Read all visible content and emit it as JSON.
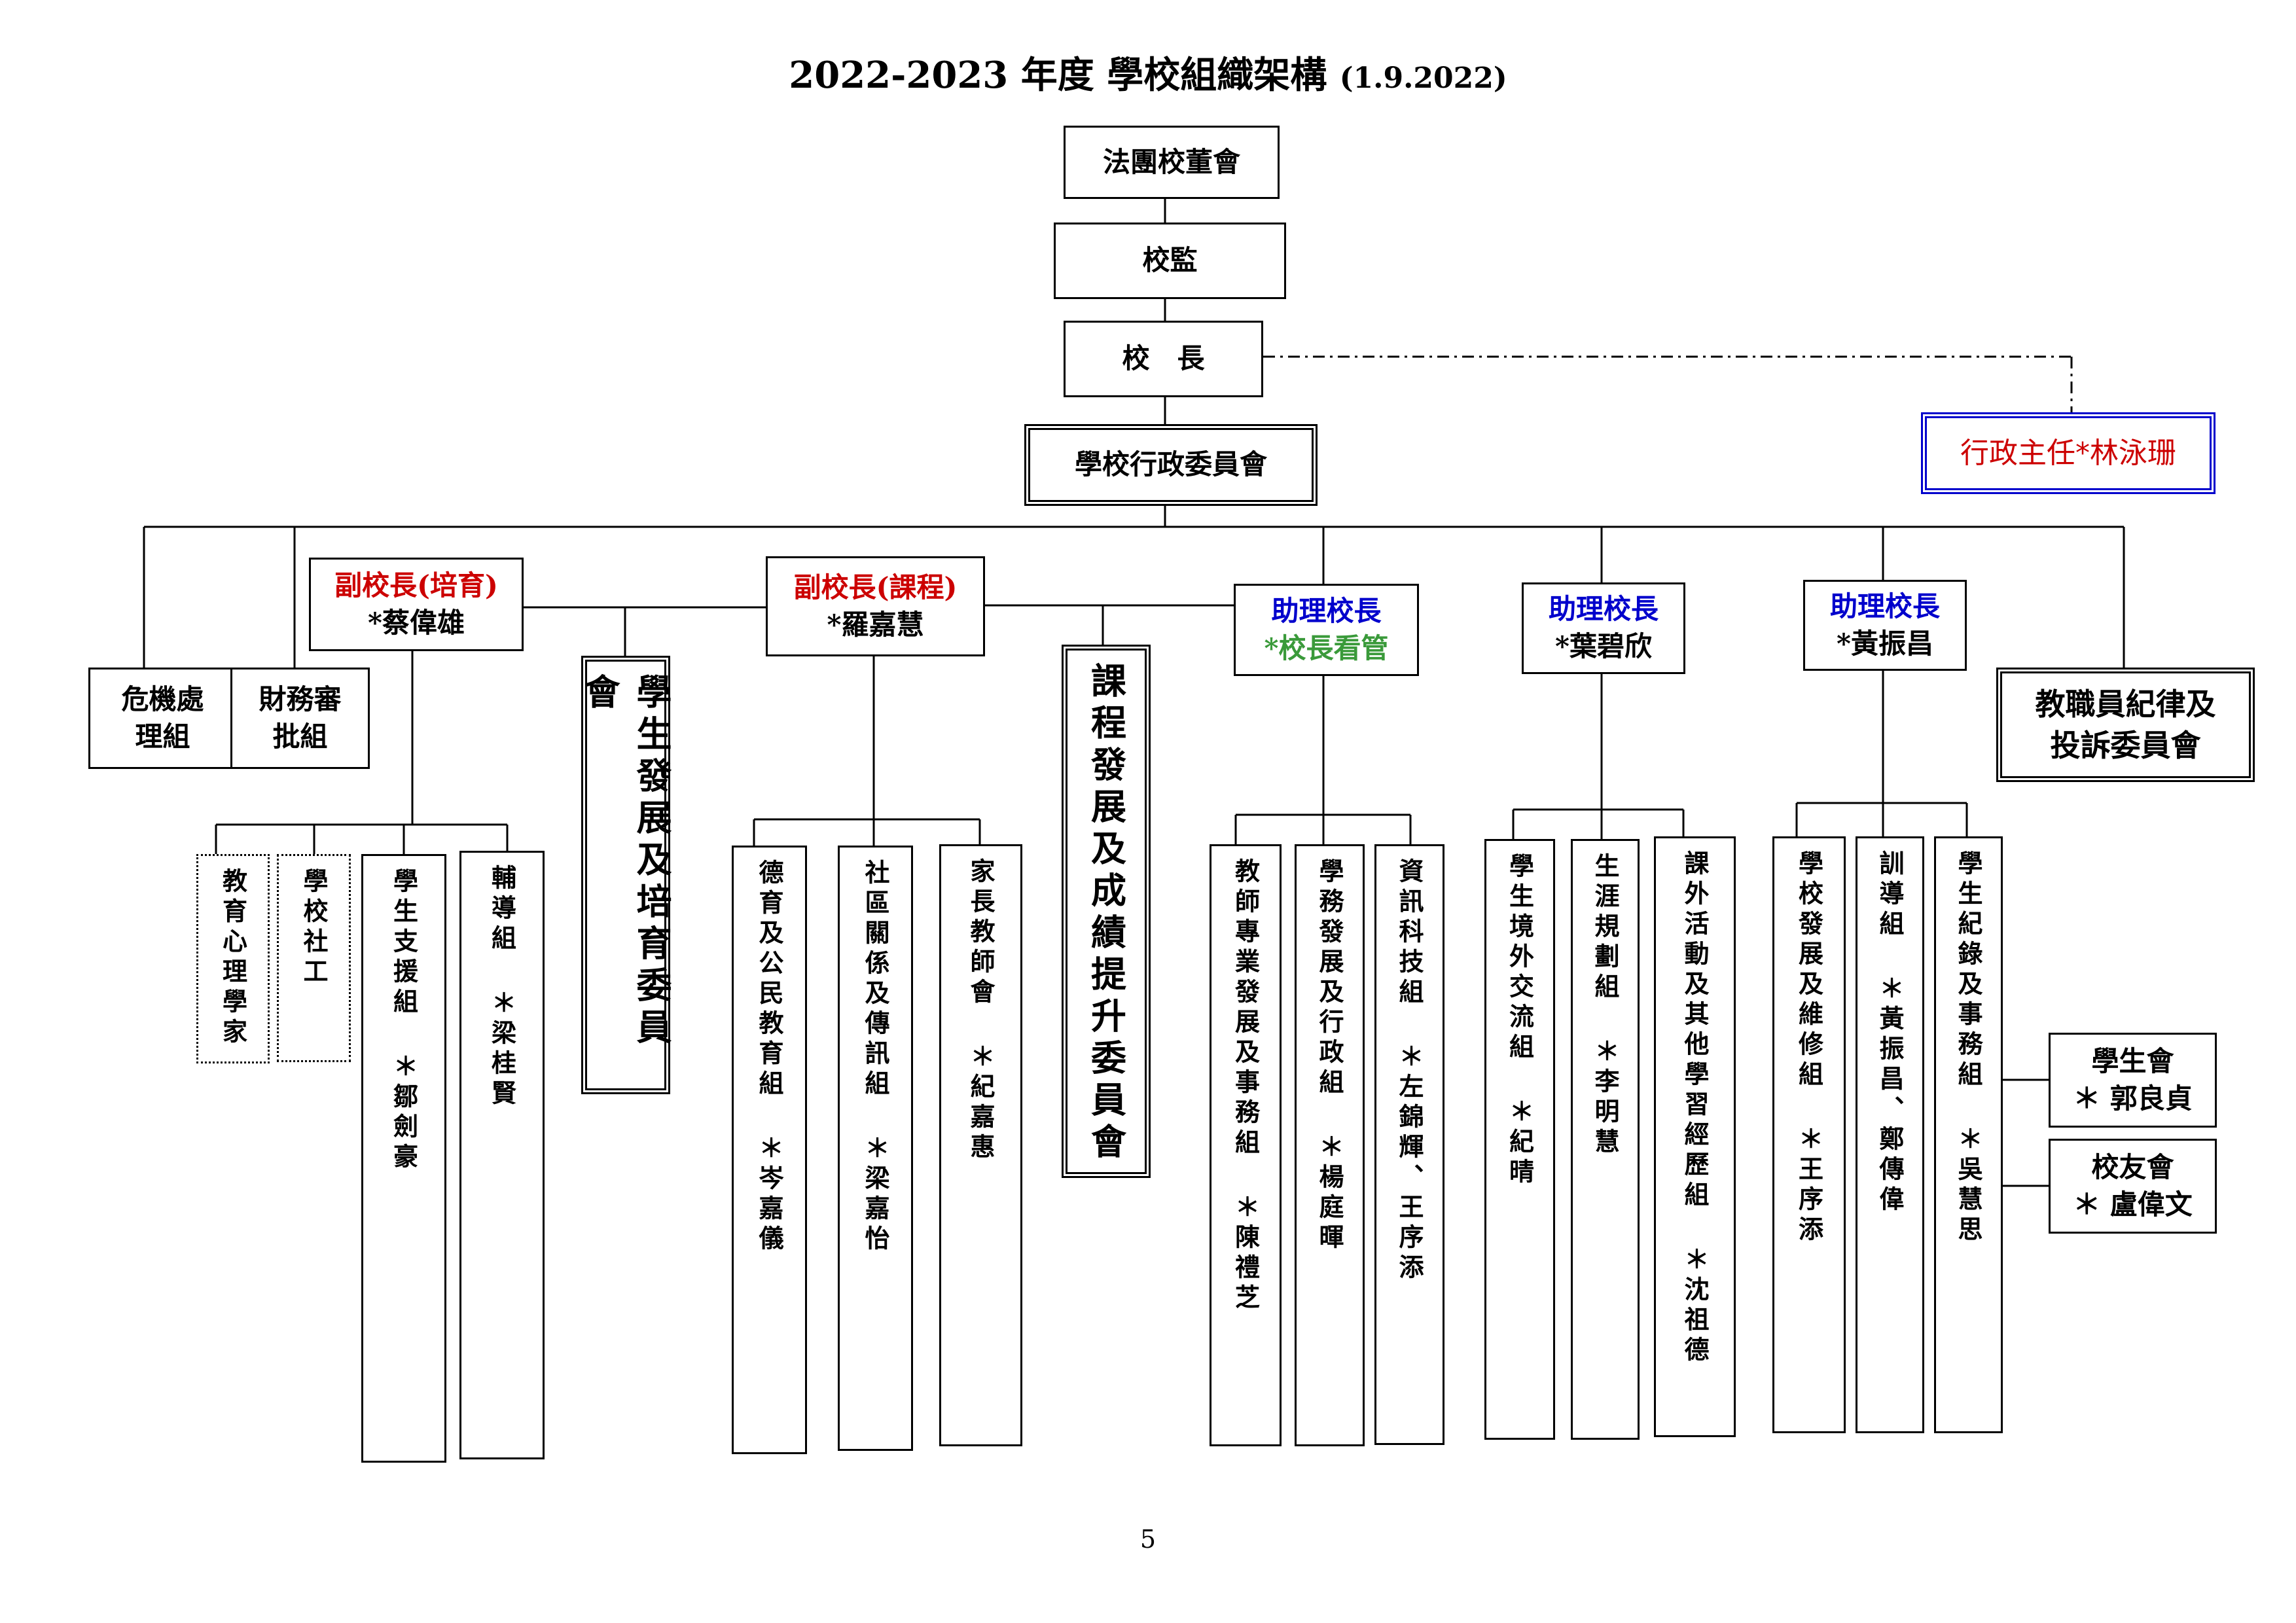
{
  "title": "2022-2023 年度 學校組織架構",
  "title_date": "(1.9.2022)",
  "page_number": "5",
  "top": {
    "board": "法團校董會",
    "supervisor": "校監",
    "principal": "校　長",
    "admin_committee": "學校行政委員會",
    "admin_head": "行政主任*林泳珊"
  },
  "side": {
    "crisis": "危機處\n理組",
    "finance": "財務審\n批組"
  },
  "vp_nurture": {
    "role": "副校長(培育)",
    "name": "*蔡偉雄"
  },
  "vp_curriculum": {
    "role": "副校長(課程)",
    "name": "*羅嘉慧"
  },
  "ap1": {
    "role": "助理校長",
    "name": "*校長看管"
  },
  "ap2": {
    "role": "助理校長",
    "name": "*葉碧欣"
  },
  "ap3": {
    "role": "助理校長",
    "name": "*黃振昌"
  },
  "staff_committee": "教職員紀律及\n投訴委員會",
  "committees": {
    "student_dev": "學生發展及培育委員會",
    "curriculum_dev": "課程發展及成績提升委員會"
  },
  "groups": {
    "psychologist": "教育心理學家",
    "social_worker": "學校社工",
    "support": "學生支援組 ＊鄒劍豪",
    "guidance": "輔導組 ＊梁桂賢",
    "moral": "德育及公民教育組 ＊岑嘉儀",
    "community": "社區關係及傳訊組 ＊梁嘉怡",
    "pta": "家長教師會 ＊紀嘉惠",
    "teacher_dev": "教師專業發展及事務組 ＊陳禮芝",
    "academic_admin": "學務發展及行政組 ＊楊庭暉",
    "it": "資訊科技組 ＊左錦輝、王序添",
    "exchange": "學生境外交流組 ＊紀晴",
    "career": "生涯規劃組 ＊李明慧",
    "ecA": "課外活動及其他學習經歷組 ＊沈祖德",
    "school_dev": "學校發展及維修組 ＊王序添",
    "discipline": "訓導組 ＊黃振昌、鄭傳偉",
    "records": "學生紀錄及事務組 ＊吳慧思"
  },
  "subgroups": {
    "student_union": "學生會\n＊ 郭良貞",
    "alumni": "校友會\n＊ 盧偉文"
  },
  "colors": {
    "red": "#cc0000",
    "blue": "#0000cc",
    "green": "#3a9a3a"
  }
}
